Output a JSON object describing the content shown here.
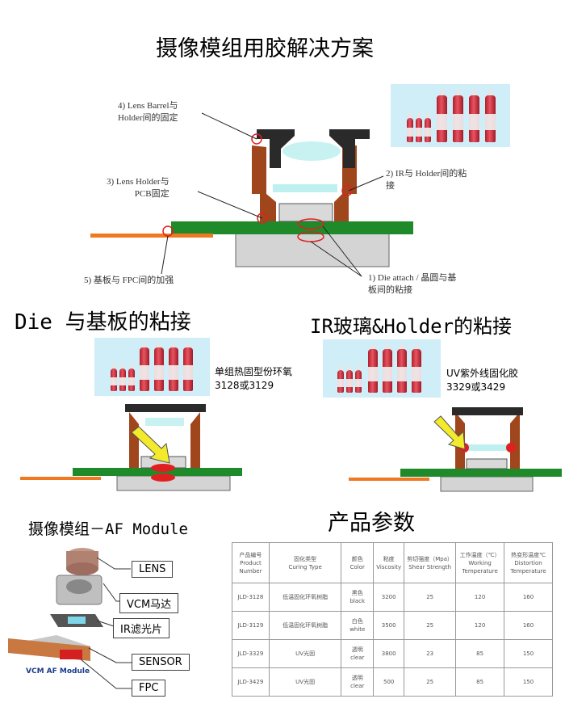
{
  "main_title": "摄像模组用胶解决方案",
  "callouts": {
    "c4": "4) Lens Barrel与\nHolder间的固定",
    "c3": "3) Lens Holder与\nPCB固定",
    "c2": "2) IR与 Holder间的粘\n接",
    "c5": "5) 基板与 FPC间的加强",
    "c1": "1) Die attach / 晶圆与基\n板间的粘接"
  },
  "section_die": {
    "title": "Die 与基板的粘接",
    "product_desc": "单组热固型份环氧\n3128或3129"
  },
  "section_ir": {
    "title": "IR玻璃&Holder的粘接",
    "product_desc": "UV紫外线固化胶\n3329或3429"
  },
  "section_af": {
    "title": "摄像模组－AF Module",
    "module_caption": "VCM AF Module",
    "labels": [
      "LENS",
      "VCM马达",
      "IR滤光片",
      "SENSOR",
      "FPC"
    ]
  },
  "section_params": {
    "title": "产品参数",
    "headers": [
      "产品编号\nProduct\nNumber",
      "固化类型\nCuring Type",
      "颜色\nColor",
      "粘度\nViscosity",
      "剪切强度（Mpa）\nShear Strength",
      "工作温度（℃）\nWorking\nTemperature",
      "热变形温度℃\nDistortion\nTemperature"
    ],
    "rows": [
      [
        "JLD-3128",
        "低温固化环氧树脂",
        "黑色\nblack",
        "3200",
        "25",
        "120",
        "160"
      ],
      [
        "JLD-3129",
        "低温固化环氧树脂",
        "白色\nwhite",
        "3500",
        "25",
        "120",
        "160"
      ],
      [
        "JLD-3329",
        "UV光固",
        "透明\nclear",
        "3800",
        "23",
        "85",
        "150"
      ],
      [
        "JLD-3429",
        "UV光固",
        "透明\nclear",
        "500",
        "25",
        "85",
        "150"
      ]
    ]
  },
  "colors": {
    "pcb_green": "#1f8a2a",
    "holder_brown": "#a0461c",
    "fpc_orange": "#f07820",
    "glue_red": "#e02020",
    "photo_bg": "#cfeef8"
  }
}
